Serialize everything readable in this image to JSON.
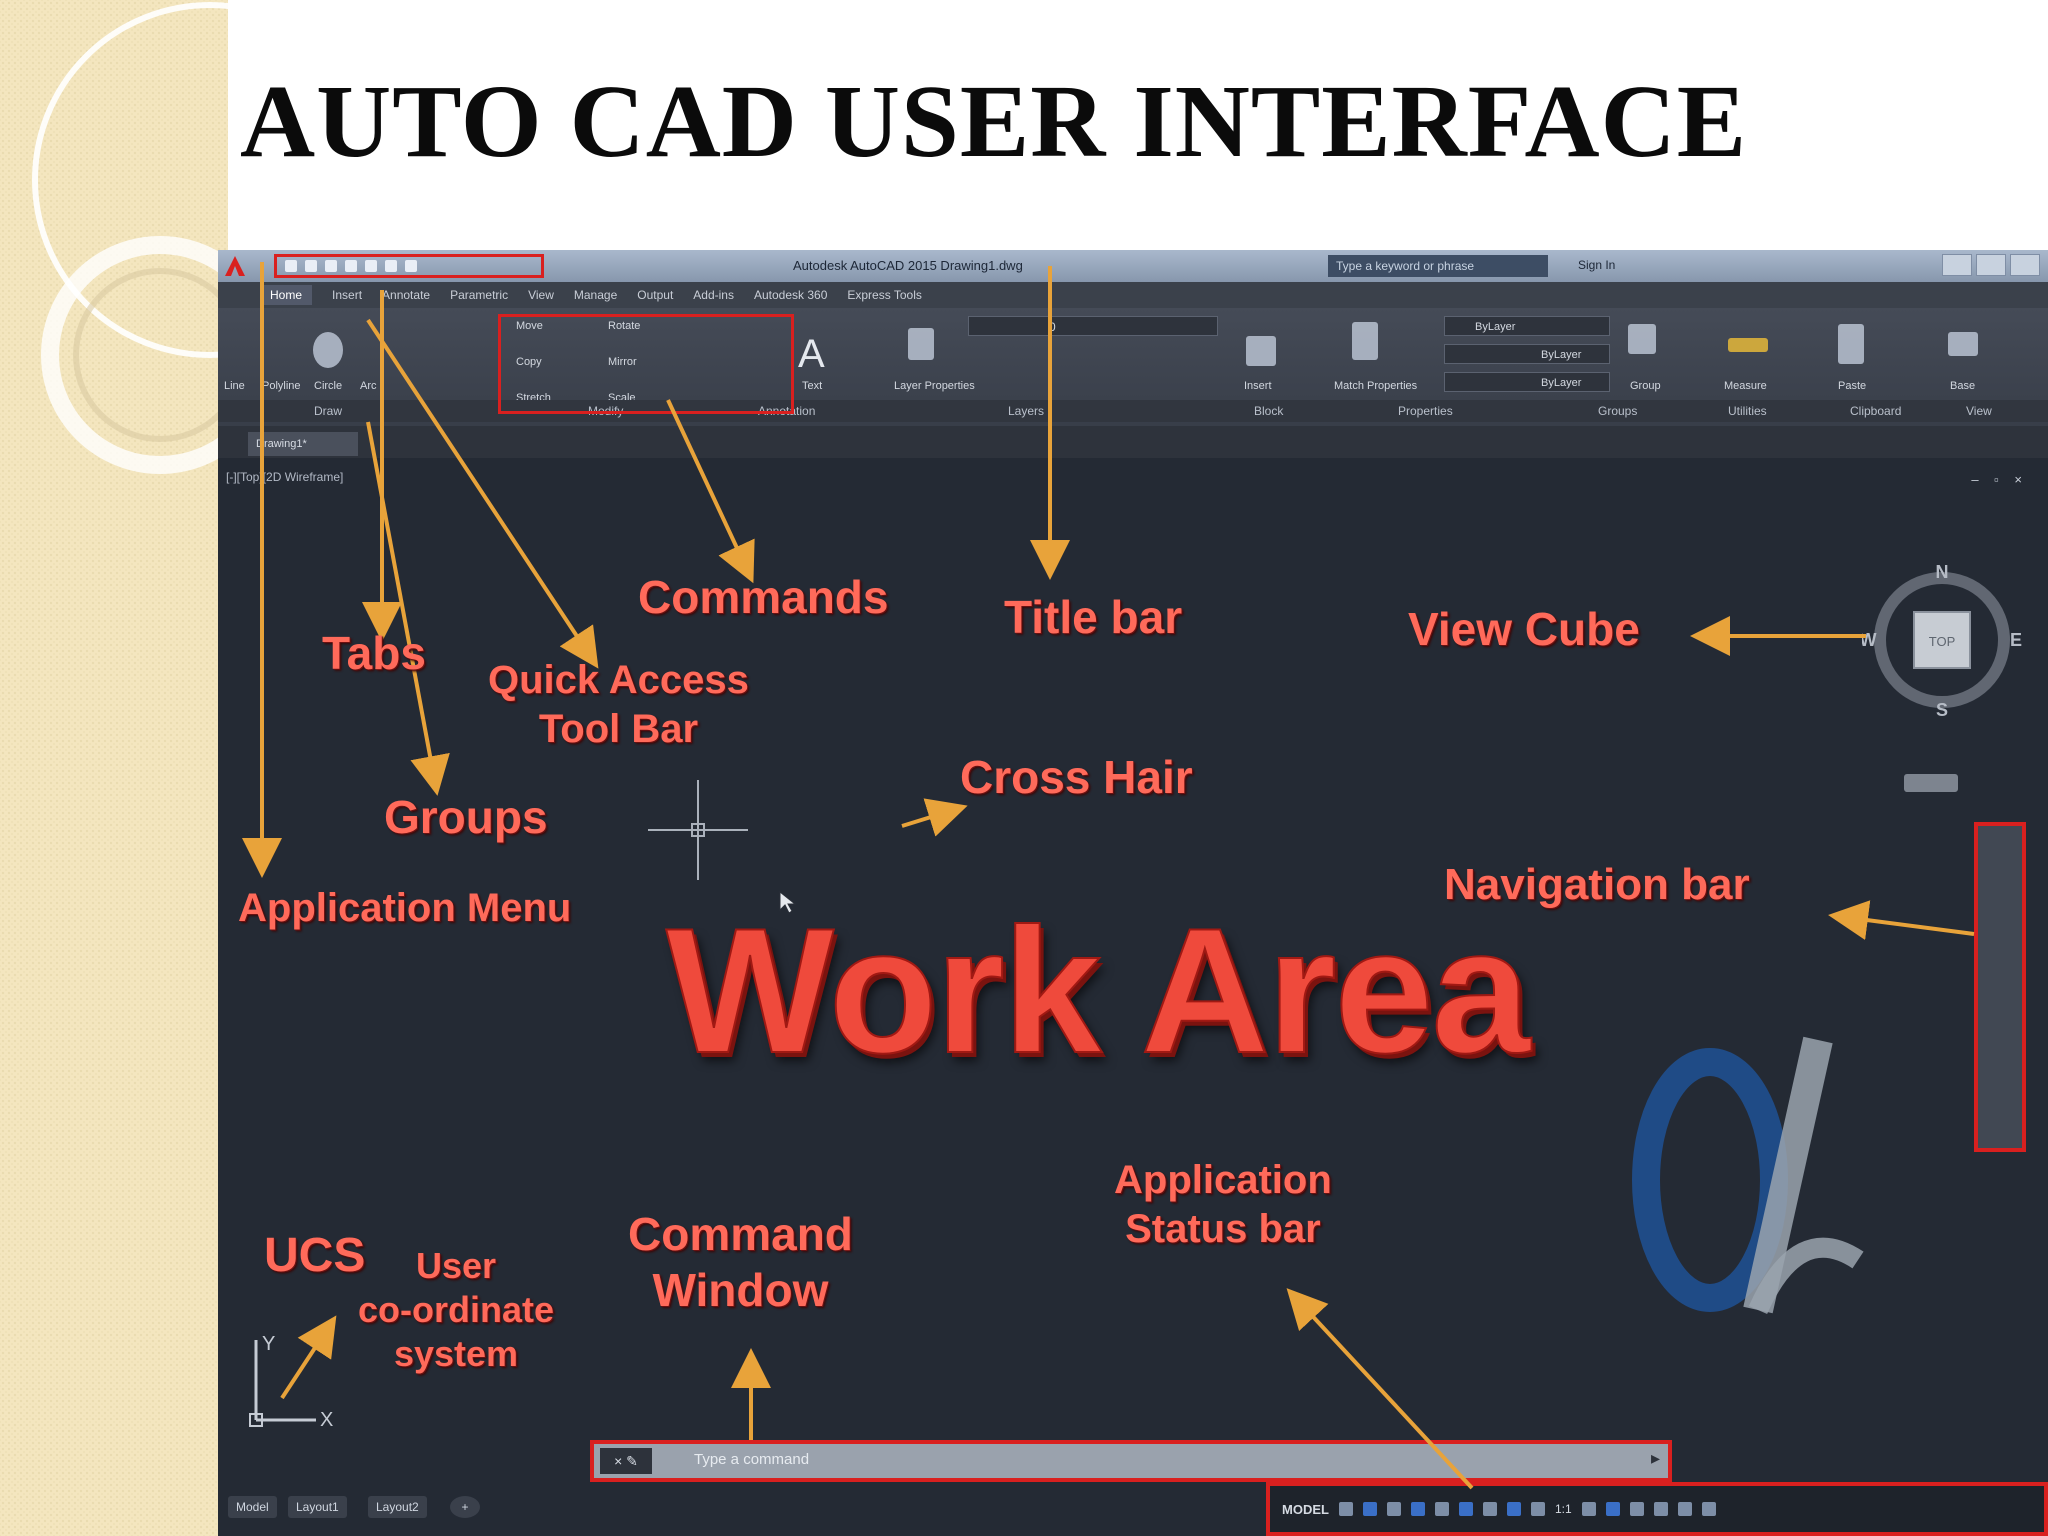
{
  "slide": {
    "title": "AUTO CAD USER INTERFACE"
  },
  "window": {
    "title": "Autodesk AutoCAD 2015   Drawing1.dwg",
    "search_placeholder": "Type a keyword or phrase",
    "sign_in_label": "Sign In"
  },
  "ribbon": {
    "tabs": [
      "Home",
      "Insert",
      "Annotate",
      "Parametric",
      "View",
      "Manage",
      "Output",
      "Add-ins",
      "Autodesk 360",
      "Express Tools"
    ],
    "draw_tools": [
      "Line",
      "Polyline",
      "Circle",
      "Arc"
    ],
    "modify_tools": [
      "Move",
      "Rotate",
      "Copy",
      "Mirror",
      "Stretch",
      "Scale"
    ],
    "other_tools": [
      "Text",
      "Layer Properties",
      "Insert",
      "Match Properties",
      "Group",
      "Measure",
      "Paste",
      "Base"
    ],
    "layer_name": "0",
    "bylayer_label": "ByLayer",
    "group_labels": [
      "Draw",
      "Modify",
      "Annotation",
      "Layers",
      "Block",
      "Properties",
      "Groups",
      "Utilities",
      "Clipboard",
      "View"
    ]
  },
  "document": {
    "tab_label": "Drawing1*",
    "viewport_label": "[-][Top][2D Wireframe]"
  },
  "annotations": {
    "commands": "Commands",
    "title_bar": "Title bar",
    "view_cube": "View Cube",
    "tabs": "Tabs",
    "quick_access_line1": "Quick Access",
    "quick_access_line2": "Tool Bar",
    "cross_hair": "Cross Hair",
    "groups": "Groups",
    "navigation_bar": "Navigation bar",
    "application_menu": "Application Menu",
    "work_area": "Work Area",
    "app_status_line1": "Application",
    "app_status_line2": "Status bar",
    "ucs": "UCS",
    "user_coord_line1": "User",
    "user_coord_line2": "co-ordinate",
    "user_coord_line3": "system",
    "command_window_line1": "Command",
    "command_window_line2": "Window"
  },
  "view_cube": {
    "north": "N",
    "south": "S",
    "east": "E",
    "west": "W",
    "face": "TOP"
  },
  "command_line": {
    "prompt": "Type a command"
  },
  "model_tabs": [
    "Model",
    "Layout1",
    "Layout2"
  ],
  "status_bar": {
    "model_label": "MODEL",
    "scale_label": "1:1"
  },
  "ucs_axes": {
    "x": "X",
    "y": "Y"
  },
  "colors": {
    "annotation_red": "#ff6a5a",
    "highlight_box": "#d9201f",
    "arrow_orange": "#e8a33a",
    "canvas_bg": "#242a34"
  }
}
